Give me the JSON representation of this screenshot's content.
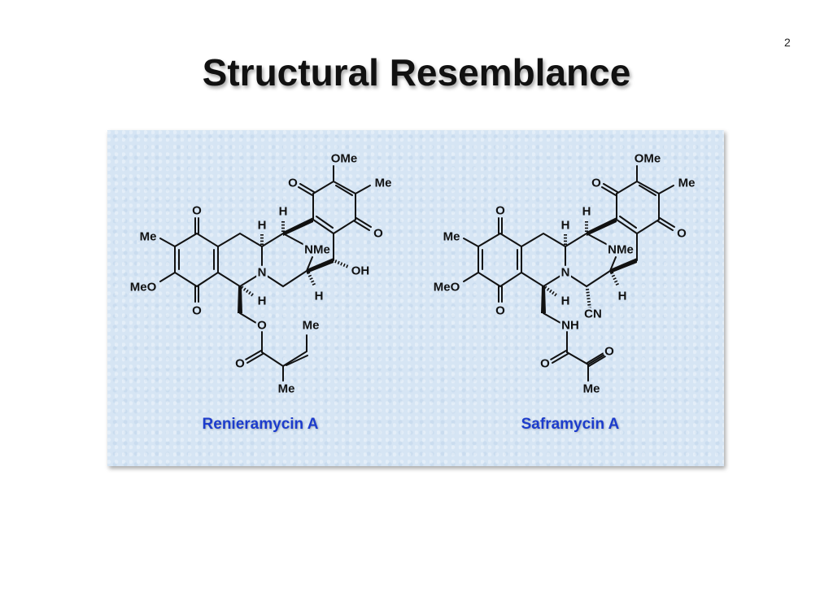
{
  "page_number": "2",
  "title": "Structural Resemblance",
  "molecules": [
    {
      "name": "Renieramycin A",
      "labels": {
        "o_top_left": "O",
        "o_bottom_left": "O",
        "me_left": "Me",
        "meo_left": "MeO",
        "h1": "H",
        "h2": "H",
        "nme": "NMe",
        "n": "N",
        "h3": "H",
        "h4": "H",
        "oh": "OH",
        "o_ring_top": "O",
        "ome_top": "OMe",
        "me_top": "Me",
        "o_ring_right": "O",
        "o_ester": "O",
        "o_carbonyl": "O",
        "me_vinyl": "Me",
        "me_alpha": "Me"
      }
    },
    {
      "name": "Saframycin A",
      "labels": {
        "o_top_left": "O",
        "o_bottom_left": "O",
        "me_left": "Me",
        "meo_left": "MeO",
        "h1": "H",
        "h2": "H",
        "nme": "NMe",
        "n": "N",
        "h3": "H",
        "h4": "H",
        "cn": "CN",
        "o_ring_top": "O",
        "ome_top": "OMe",
        "me_top": "Me",
        "o_ring_right": "O",
        "nh": "NH",
        "o_amide": "O",
        "o_ketone": "O",
        "me_ketone": "Me"
      }
    }
  ],
  "colors": {
    "name_color": "#1c3ccc",
    "panel": "#d6e5f4"
  }
}
